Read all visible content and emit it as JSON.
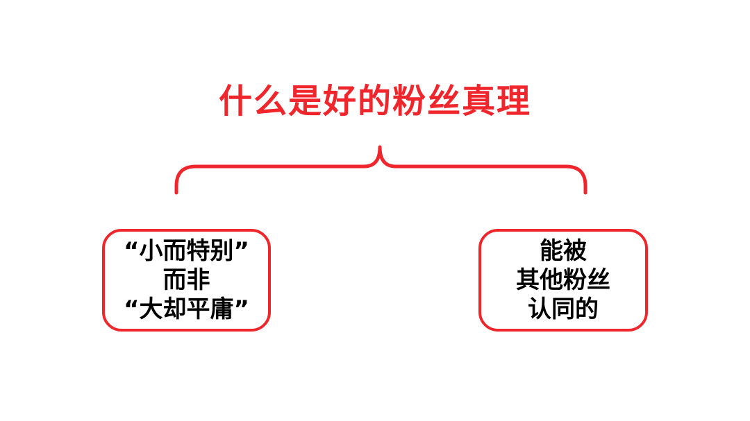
{
  "diagram": {
    "title": "什么是好的粉丝真理",
    "accent_color": "#f0262d",
    "left_box": {
      "lines": [
        "“小而特别”",
        "而非",
        "“大却平庸”"
      ]
    },
    "right_box": {
      "lines": [
        "能被",
        "其他粉丝",
        "认同的"
      ]
    }
  }
}
